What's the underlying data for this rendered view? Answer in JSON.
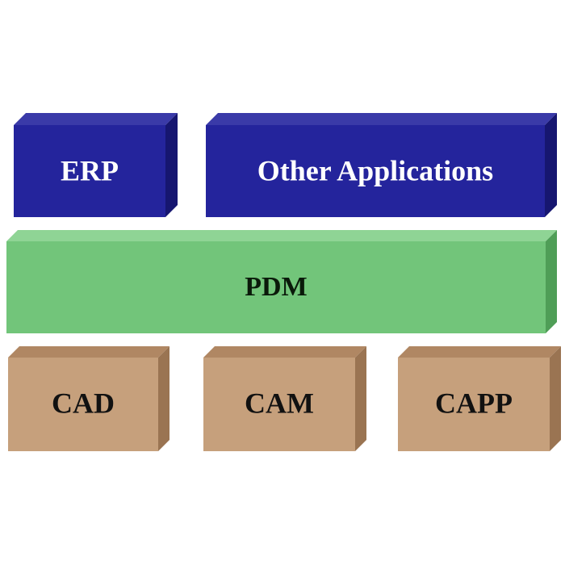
{
  "layers": {
    "top": [
      {
        "label": "ERP"
      },
      {
        "label": "Other Applications"
      }
    ],
    "middle": [
      {
        "label": "PDM"
      }
    ],
    "bottom": [
      {
        "label": "CAD"
      },
      {
        "label": "CAM"
      },
      {
        "label": "CAPP"
      }
    ]
  },
  "colors": {
    "top_layer": "#24249c",
    "middle_layer": "#72c57a",
    "bottom_layer": "#c6a07c",
    "top_text": "#ffffff",
    "middle_text": "#0a1a0a",
    "bottom_text": "#111111"
  }
}
